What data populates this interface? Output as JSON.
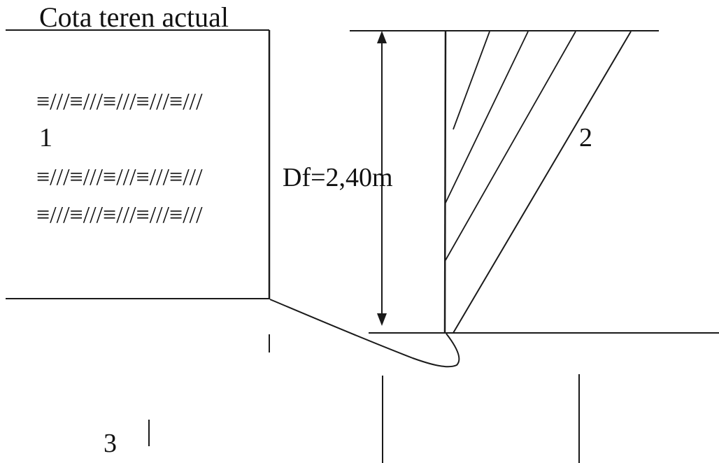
{
  "labels": {
    "ground_level": "Cota teren actual",
    "depth": "Df=2,40m",
    "layer_1": "1",
    "layer_2": "2",
    "layer_3": "3"
  },
  "hatch_rows": [
    "≡///≡///≡///≡///≡///",
    "≡///≡///≡///≡///≡///",
    "≡///≡///≡///≡///≡///"
  ],
  "colors": {
    "line": "#1a1a1a",
    "text": "#111111",
    "background": "#ffffff"
  }
}
